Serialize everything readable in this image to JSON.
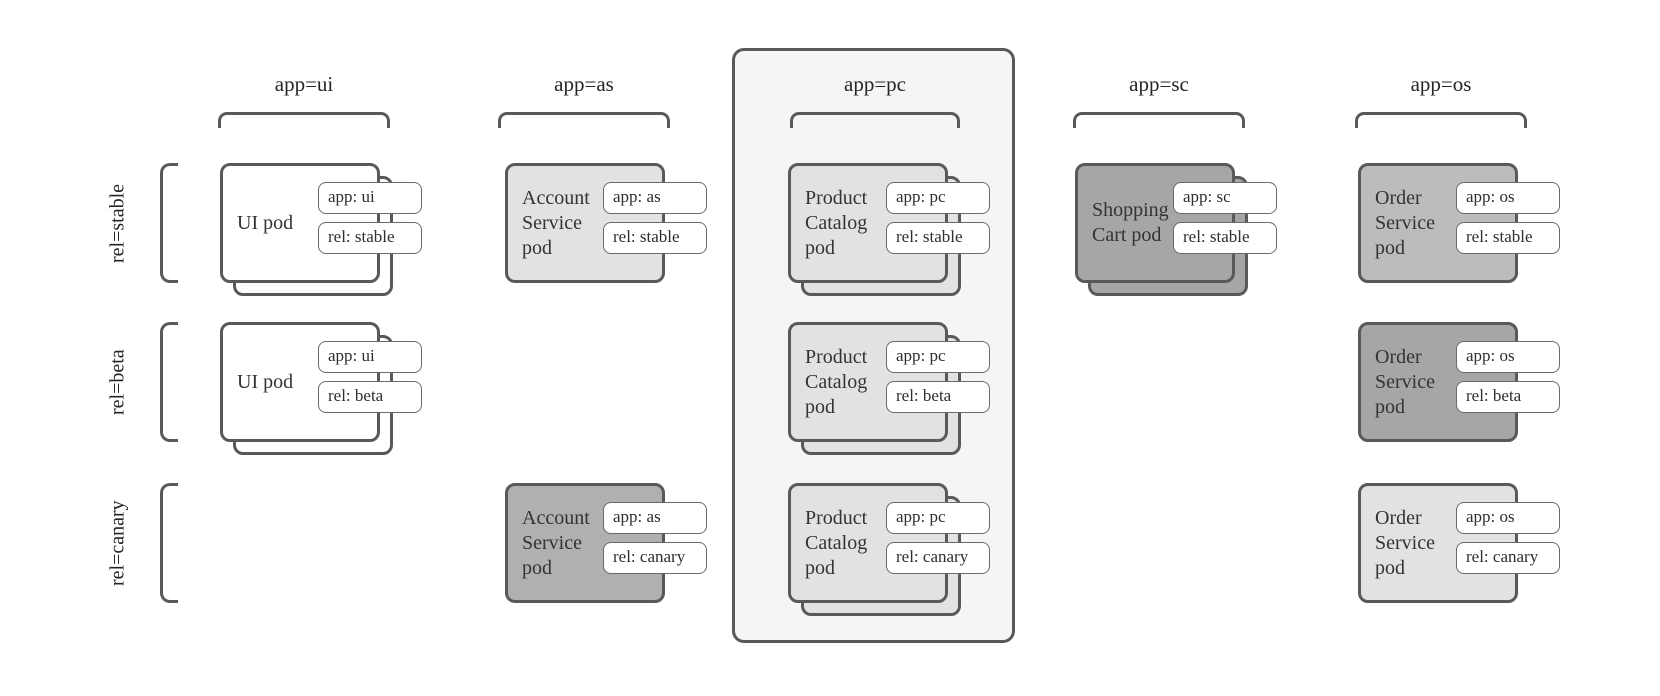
{
  "diagram": {
    "title_hint": "Kubernetes pods grouped by app label (columns) and rel label (rows)",
    "colors": {
      "stroke": "#595959",
      "container_fill": "#f5f5f5",
      "white_pod": "#ffffff",
      "light_pod": "#e2e2e2",
      "medium_pod": "#bcbcbc",
      "dark_pod": "#a6a6a6",
      "darker_light_pod": "#b0b0b0",
      "chip_bg": "#ffffff"
    },
    "columns": [
      {
        "id": "ui",
        "header": "app=ui"
      },
      {
        "id": "as",
        "header": "app=as"
      },
      {
        "id": "pc",
        "header": "app=pc",
        "container": true
      },
      {
        "id": "sc",
        "header": "app=sc"
      },
      {
        "id": "os",
        "header": "app=os"
      }
    ],
    "rows": [
      {
        "id": "stable",
        "label": "rel=stable"
      },
      {
        "id": "beta",
        "label": "rel=beta"
      },
      {
        "id": "canary",
        "label": "rel=canary"
      }
    ],
    "pods": [
      {
        "col": "ui",
        "row": "stable",
        "name": "UI pod",
        "labels": [
          "app: ui",
          "rel: stable"
        ],
        "stacked": true,
        "fill": "#ffffff"
      },
      {
        "col": "ui",
        "row": "beta",
        "name": "UI pod",
        "labels": [
          "app: ui",
          "rel: beta"
        ],
        "stacked": true,
        "fill": "#ffffff"
      },
      {
        "col": "as",
        "row": "stable",
        "name": "Account Service pod",
        "labels": [
          "app: as",
          "rel: stable"
        ],
        "stacked": false,
        "fill": "#e2e2e2"
      },
      {
        "col": "as",
        "row": "canary",
        "name": "Account Service pod",
        "labels": [
          "app: as",
          "rel: canary"
        ],
        "stacked": false,
        "fill": "#b0b0b0"
      },
      {
        "col": "pc",
        "row": "stable",
        "name": "Product Catalog pod",
        "labels": [
          "app: pc",
          "rel: stable"
        ],
        "stacked": true,
        "fill": "#e2e2e2"
      },
      {
        "col": "pc",
        "row": "beta",
        "name": "Product Catalog pod",
        "labels": [
          "app: pc",
          "rel: beta"
        ],
        "stacked": true,
        "fill": "#e2e2e2"
      },
      {
        "col": "pc",
        "row": "canary",
        "name": "Product Catalog pod",
        "labels": [
          "app: pc",
          "rel: canary"
        ],
        "stacked": true,
        "fill": "#e2e2e2"
      },
      {
        "col": "sc",
        "row": "stable",
        "name": "Shopping Cart pod",
        "labels": [
          "app: sc",
          "rel: stable"
        ],
        "stacked": true,
        "fill": "#a6a6a6"
      },
      {
        "col": "os",
        "row": "stable",
        "name": "Order Service pod",
        "labels": [
          "app: os",
          "rel: stable"
        ],
        "stacked": false,
        "fill": "#bcbcbc"
      },
      {
        "col": "os",
        "row": "beta",
        "name": "Order Service pod",
        "labels": [
          "app: os",
          "rel: beta"
        ],
        "stacked": false,
        "fill": "#a6a6a6"
      },
      {
        "col": "os",
        "row": "canary",
        "name": "Order Service pod",
        "labels": [
          "app: os",
          "rel: canary"
        ],
        "stacked": false,
        "fill": "#e2e2e2"
      }
    ]
  }
}
